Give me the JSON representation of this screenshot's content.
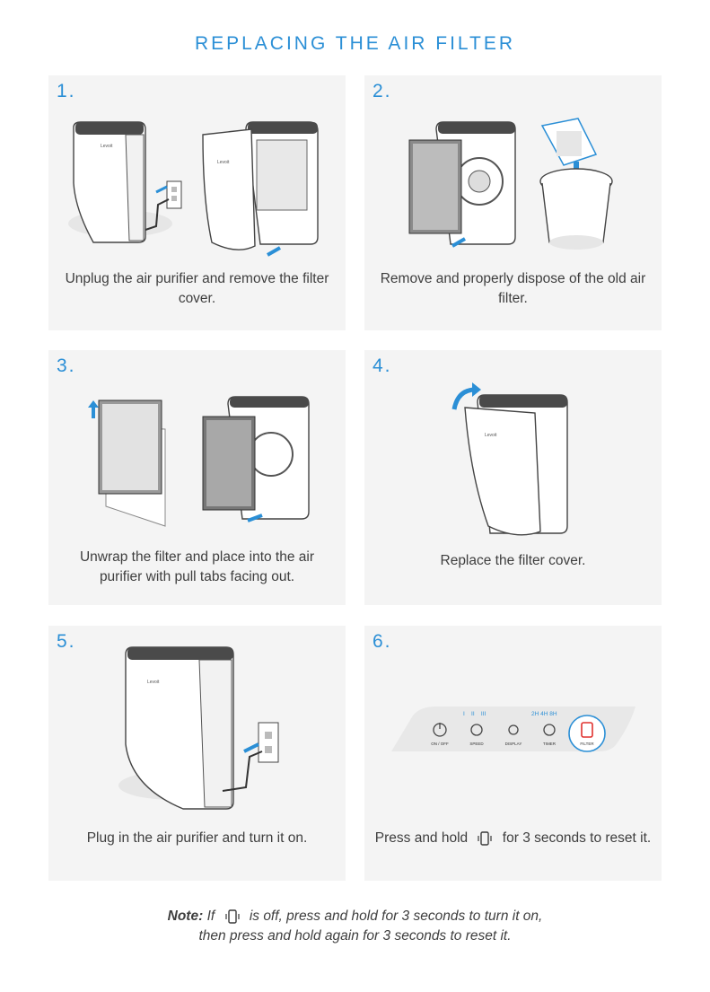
{
  "title": "REPLACING THE AIR FILTER",
  "steps": [
    {
      "number": "1.",
      "caption": "Unplug the air purifier and remove the filter cover."
    },
    {
      "number": "2.",
      "caption": "Remove and properly dispose of the old air filter."
    },
    {
      "number": "3.",
      "caption": "Unwrap the filter and place into the air purifier with pull tabs facing out."
    },
    {
      "number": "4.",
      "caption": "Replace the filter cover."
    },
    {
      "number": "5.",
      "caption": "Plug in the air purifier and turn it on."
    },
    {
      "number": "6.",
      "caption_before": "Press and hold",
      "caption_after": "for 3 seconds to reset it."
    }
  ],
  "panel": {
    "speed_marks": "I    II    III",
    "timer_marks": "2H  4H  8H",
    "buttons": [
      "ON / OFF",
      "SPEED",
      "DISPLAY",
      "TIMER",
      "FILTER"
    ]
  },
  "brand_mark": "Levoit",
  "note": {
    "label": "Note:",
    "text_before": "If",
    "text_after": "is off, press and hold for 3 seconds to turn it on,",
    "line2": "then press and hold again for 3 seconds to reset it."
  },
  "colors": {
    "accent": "#2b8fd6",
    "card": "#f4f4f4",
    "filter_red": "#e0322f"
  }
}
